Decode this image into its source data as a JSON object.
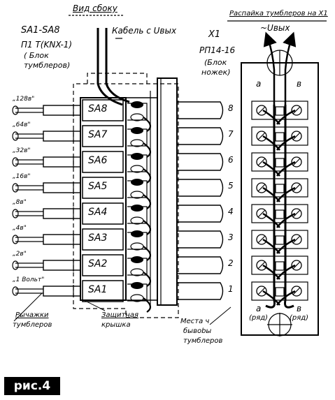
{
  "titles": {
    "side_view": "Вид сбоку",
    "pinout": "Распайка тумблеров на X1"
  },
  "left_block": {
    "line1": "SA1-SA8",
    "line2": "П1 Т(KNX-1)",
    "line3": "( Блок",
    "line4": "тумблеров)"
  },
  "cable": "Кабель с Uвых",
  "connector": {
    "ref": "X1",
    "model": "РП14-16",
    "line3": "(Блок",
    "line4": "ножек)"
  },
  "uout": "~Uвых",
  "switches": [
    "SA8",
    "SA7",
    "SA6",
    "SA5",
    "SA4",
    "SA3",
    "SA2",
    "SA1"
  ],
  "lever_labels": [
    "„128в\"",
    "„64в\"",
    "„32в\"",
    "„16в\"",
    "„8в\"",
    "„4в\"",
    "„2в\"",
    "„1 Вольт\""
  ],
  "pin_numbers": [
    "8",
    "7",
    "6",
    "5",
    "4",
    "3",
    "2",
    "1"
  ],
  "row_a": "а",
  "row_b": "в",
  "row_a_bottom": "а",
  "row_a_sub": "(ряд)",
  "row_b_bottom": "в",
  "row_b_sub": "(ряд)",
  "bottom_labels": {
    "levers": "Рычажки",
    "levers2": "тумблеров",
    "cover": "Защитная",
    "cover2": "крышка",
    "places": "Места ч",
    "places2": "бывоbы",
    "places3": "тумблеров"
  },
  "figure_label": "рис.4"
}
